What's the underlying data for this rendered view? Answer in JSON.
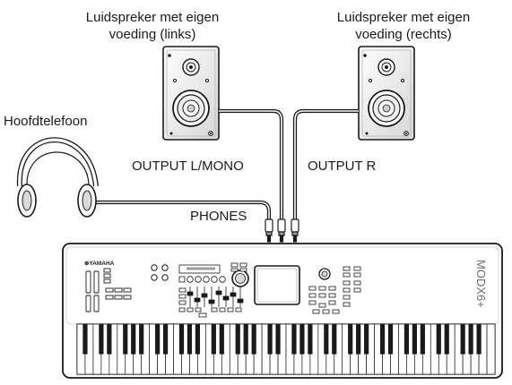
{
  "labels": {
    "left_speaker": [
      "Luidspreker met eigen",
      "voeding (links)"
    ],
    "right_speaker": [
      "Luidspreker met eigen",
      "voeding (rechts)"
    ],
    "headphones": "Hoofdtelefoon",
    "output_l": "OUTPUT L/MONO",
    "output_r": "OUTPUT R",
    "phones": "PHONES"
  },
  "keyboard": {
    "brand": "YAMAHA",
    "model": "MODX6+",
    "white_keys": 52
  },
  "colors": {
    "line": "#1a1a1a",
    "fill": "#ffffff",
    "light_gray": "#d9d9d9",
    "mid_gray": "#9a9a9a"
  }
}
